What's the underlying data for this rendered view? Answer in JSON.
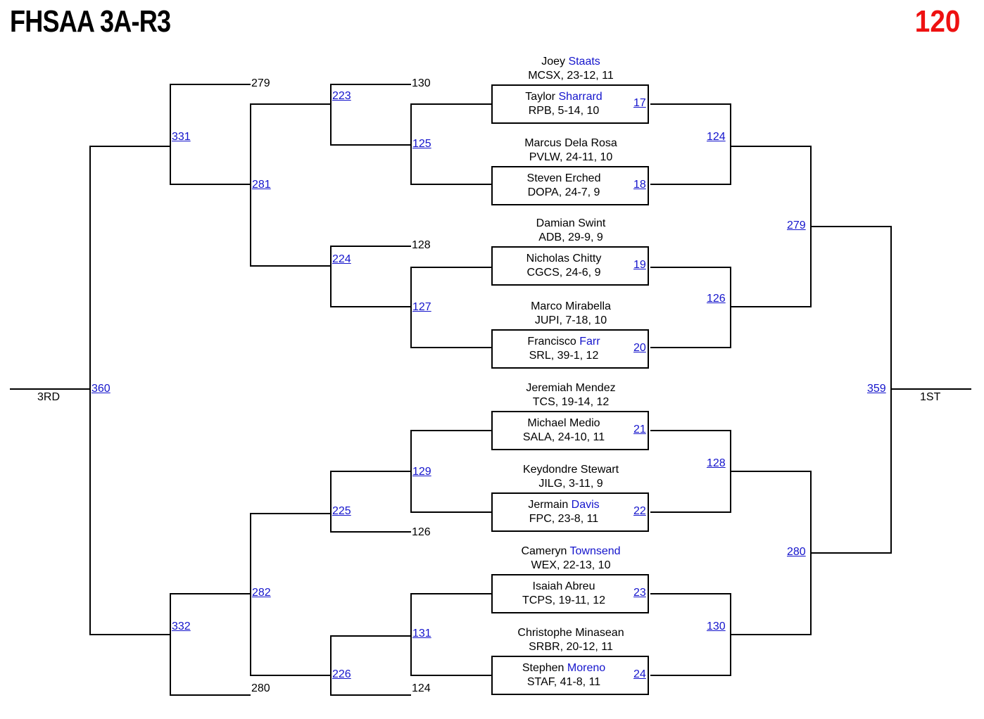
{
  "header": {
    "title": "FHSAA 3A-R3",
    "weight": "120"
  },
  "wrestlers": [
    {
      "first": "Joey",
      "last": "Staats",
      "last_blue": true,
      "info": "MCSX, 23-12, 11"
    },
    {
      "first": "Taylor",
      "last": "Sharrard",
      "last_blue": true,
      "info": "RPB, 5-14, 10"
    },
    {
      "first": "Marcus",
      "last": "Dela Rosa",
      "last_blue": false,
      "info": "PVLW, 24-11, 10"
    },
    {
      "first": "Steven",
      "last": "Erched",
      "last_blue": false,
      "info": "DOPA, 24-7, 9"
    },
    {
      "first": "Damian",
      "last": "Swint",
      "last_blue": false,
      "info": "ADB, 29-9, 9"
    },
    {
      "first": "Nicholas",
      "last": "Chitty",
      "last_blue": false,
      "info": "CGCS, 24-6, 9"
    },
    {
      "first": "Marco",
      "last": "Mirabella",
      "last_blue": false,
      "info": "JUPI, 7-18, 10"
    },
    {
      "first": "Francisco",
      "last": "Farr",
      "last_blue": true,
      "info": "SRL, 39-1, 12"
    },
    {
      "first": "Jeremiah",
      "last": "Mendez",
      "last_blue": false,
      "info": "TCS, 19-14, 12"
    },
    {
      "first": "Michael",
      "last": "Medio",
      "last_blue": false,
      "info": "SALA, 24-10, 11"
    },
    {
      "first": "Keydondre",
      "last": "Stewart",
      "last_blue": false,
      "info": "JILG, 3-11, 9"
    },
    {
      "first": "Jermain",
      "last": "Davis",
      "last_blue": true,
      "info": "FPC, 23-8, 11"
    },
    {
      "first": "Cameryn",
      "last": "Townsend",
      "last_blue": true,
      "info": "WEX, 22-13, 10"
    },
    {
      "first": "Isaiah",
      "last": "Abreu",
      "last_blue": false,
      "info": "TCPS, 19-11, 12"
    },
    {
      "first": "Christophe",
      "last": "Minasean",
      "last_blue": false,
      "info": "SRBR, 20-12, 11"
    },
    {
      "first": "Stephen",
      "last": "Moreno",
      "last_blue": true,
      "info": "STAF, 41-8, 11"
    }
  ],
  "first_round_bouts": [
    "17",
    "18",
    "19",
    "20",
    "21",
    "22",
    "23",
    "24"
  ],
  "championship": {
    "quarterfinal_bouts": [
      "124",
      "126",
      "128",
      "130"
    ],
    "semifinal_bouts": [
      "279",
      "280"
    ],
    "final_bout": "359",
    "final_place": "1ST"
  },
  "consolation": {
    "round1_bouts": [
      "125",
      "127",
      "129",
      "131"
    ],
    "loser_from": [
      "130",
      "128",
      "126",
      "124"
    ],
    "round2_bouts": [
      "223",
      "224",
      "225",
      "226"
    ],
    "round3_bouts": [
      "281",
      "282"
    ],
    "semi_loser_from": [
      "279",
      "280"
    ],
    "consi_semi_bouts": [
      "331",
      "332"
    ],
    "third_bout": "360",
    "third_place": "3RD"
  }
}
